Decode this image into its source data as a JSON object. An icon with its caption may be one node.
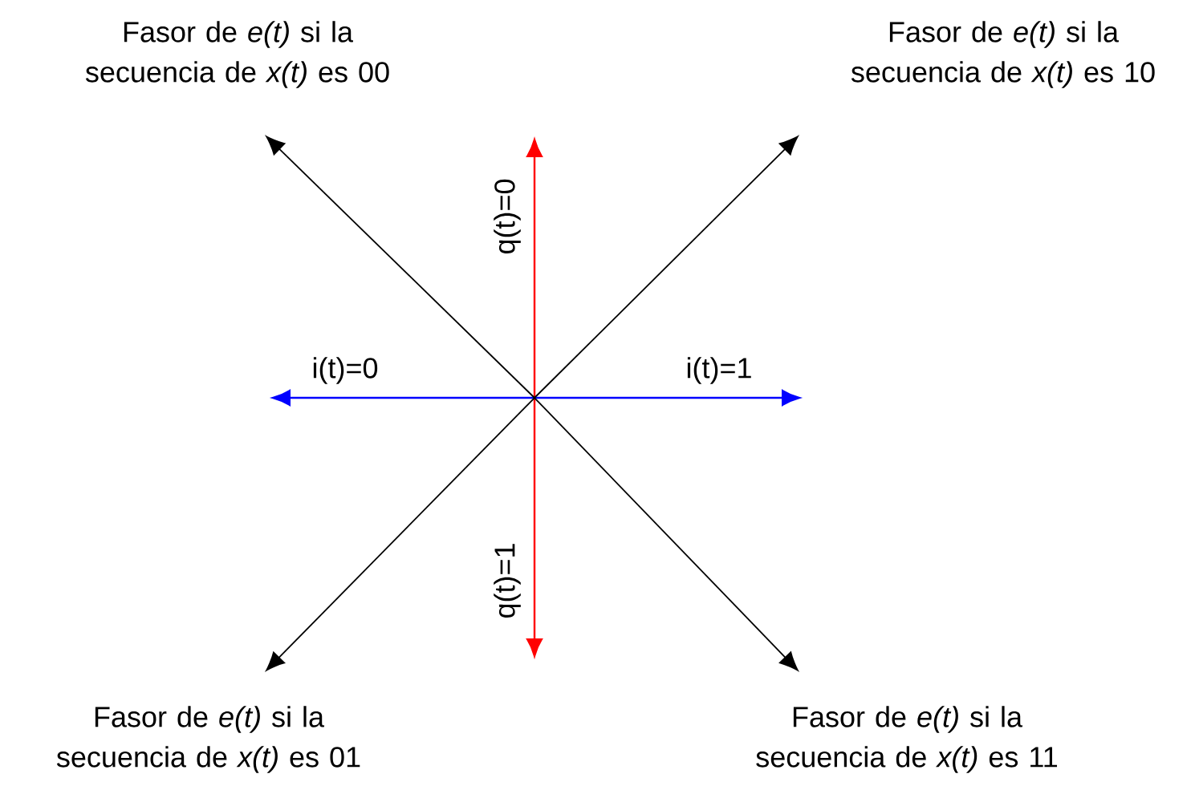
{
  "diagram": {
    "nodes": [
      {
        "text": [
          "Fasor de *e(t)* si la secuencia de *x(t)* es 00"
        ]
      },
      {
        "text": [
          "Fasor de *e(t)* si la secuencia de *x(t)* es 10"
        ]
      },
      {
        "text": [
          "Fasor de *e(t)* si la secuencia de *x(t)* es 01"
        ]
      },
      {
        "text": [
          "Fasor de *e(t)* si la secuencia de *x(t)* es 11"
        ]
      }
    ],
    "edges": [
      {
        "from": null,
        "to": 0,
        "arrow": "to"
      },
      {
        "from": null,
        "to": 1,
        "arrow": "to"
      },
      {
        "from": null,
        "to": 2,
        "arrow": "to"
      },
      {
        "from": null,
        "to": 3,
        "arrow": "to"
      }
    ],
    "labels": [
      "q(t)=0",
      "i(t)=0",
      "i(t)=1",
      "q(t)=1"
    ]
  }
}
